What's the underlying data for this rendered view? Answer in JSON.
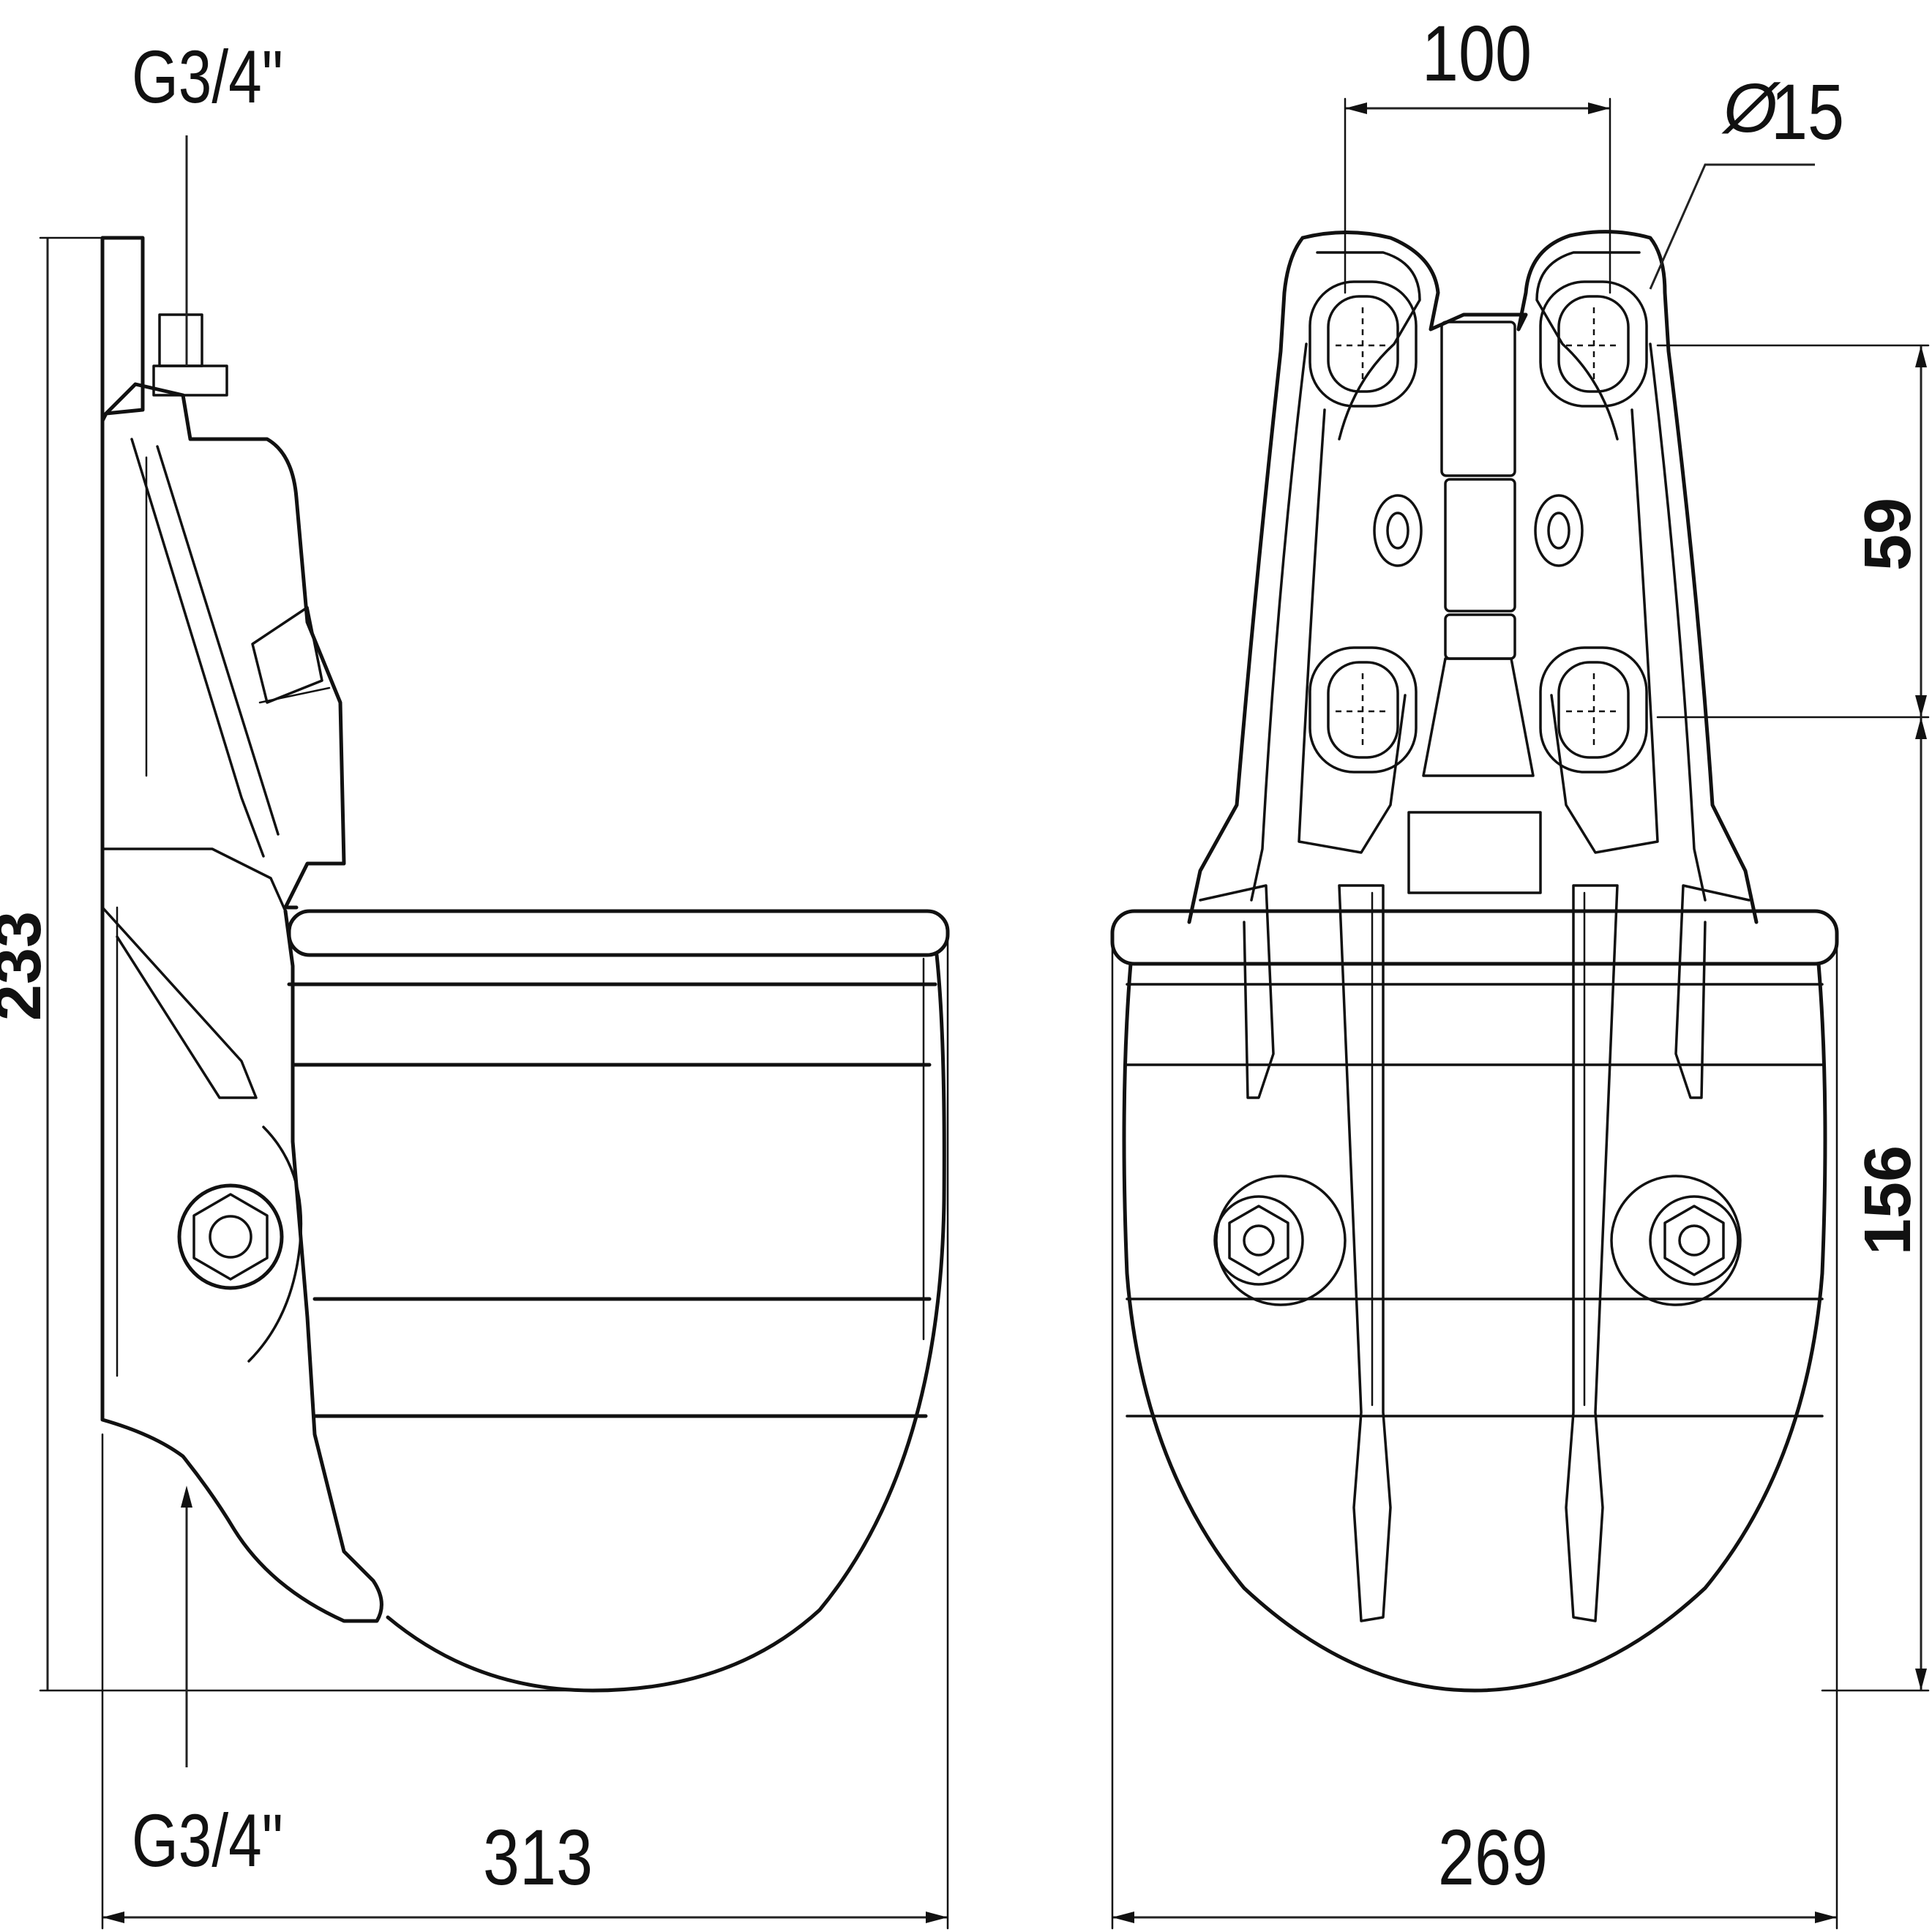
{
  "dimensions": {
    "thread_top": "G3/4\"",
    "thread_bottom": "G3/4\"",
    "height_total": "233",
    "width_side": "313",
    "width_front": "269",
    "hole_spacing": "100",
    "hole_diameter_symbol": "Ø",
    "hole_diameter": "15",
    "vertical_hole_pitch": "59",
    "bowl_height": "156"
  },
  "colors": {
    "line": "#111111",
    "background": "#ffffff"
  }
}
